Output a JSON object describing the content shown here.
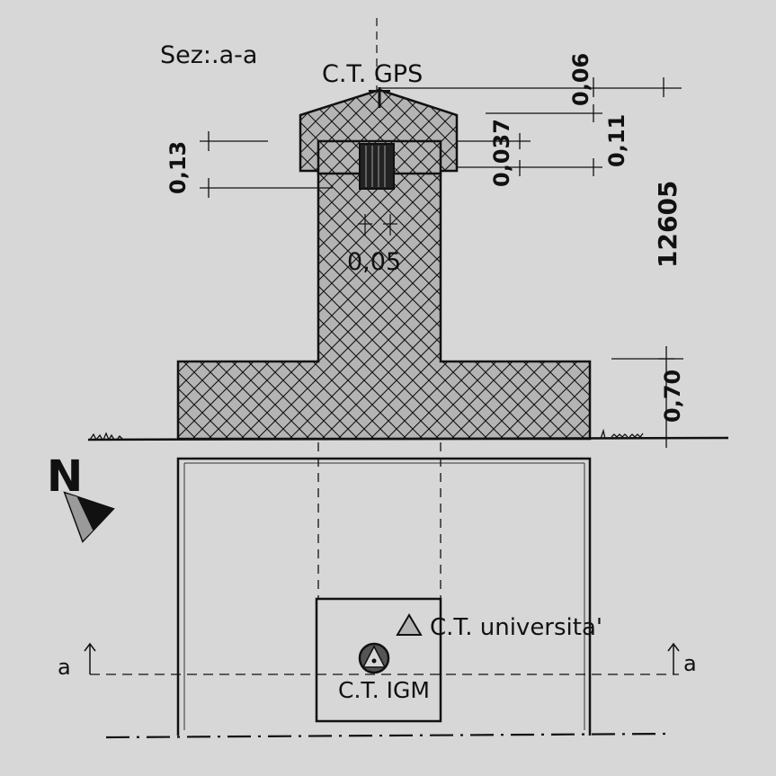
{
  "section_title": "Sez:.a-a",
  "labels": {
    "gps": "C.T. GPS",
    "university": "C.T. universita'",
    "igm": "C.T. IGM",
    "north": "N",
    "section_mark_left": "a",
    "section_mark_right": "a"
  },
  "dimensions": {
    "top_cap": "0,06",
    "cap_height": "0,11",
    "pin_offset": "0,037",
    "left_height": "0,13",
    "center": "0,05",
    "elevation": "12605",
    "base_height": "0,70"
  },
  "colors": {
    "background": "#d7d7d7",
    "ink": "#111111",
    "hatch_fill": "#b4b4b4"
  }
}
